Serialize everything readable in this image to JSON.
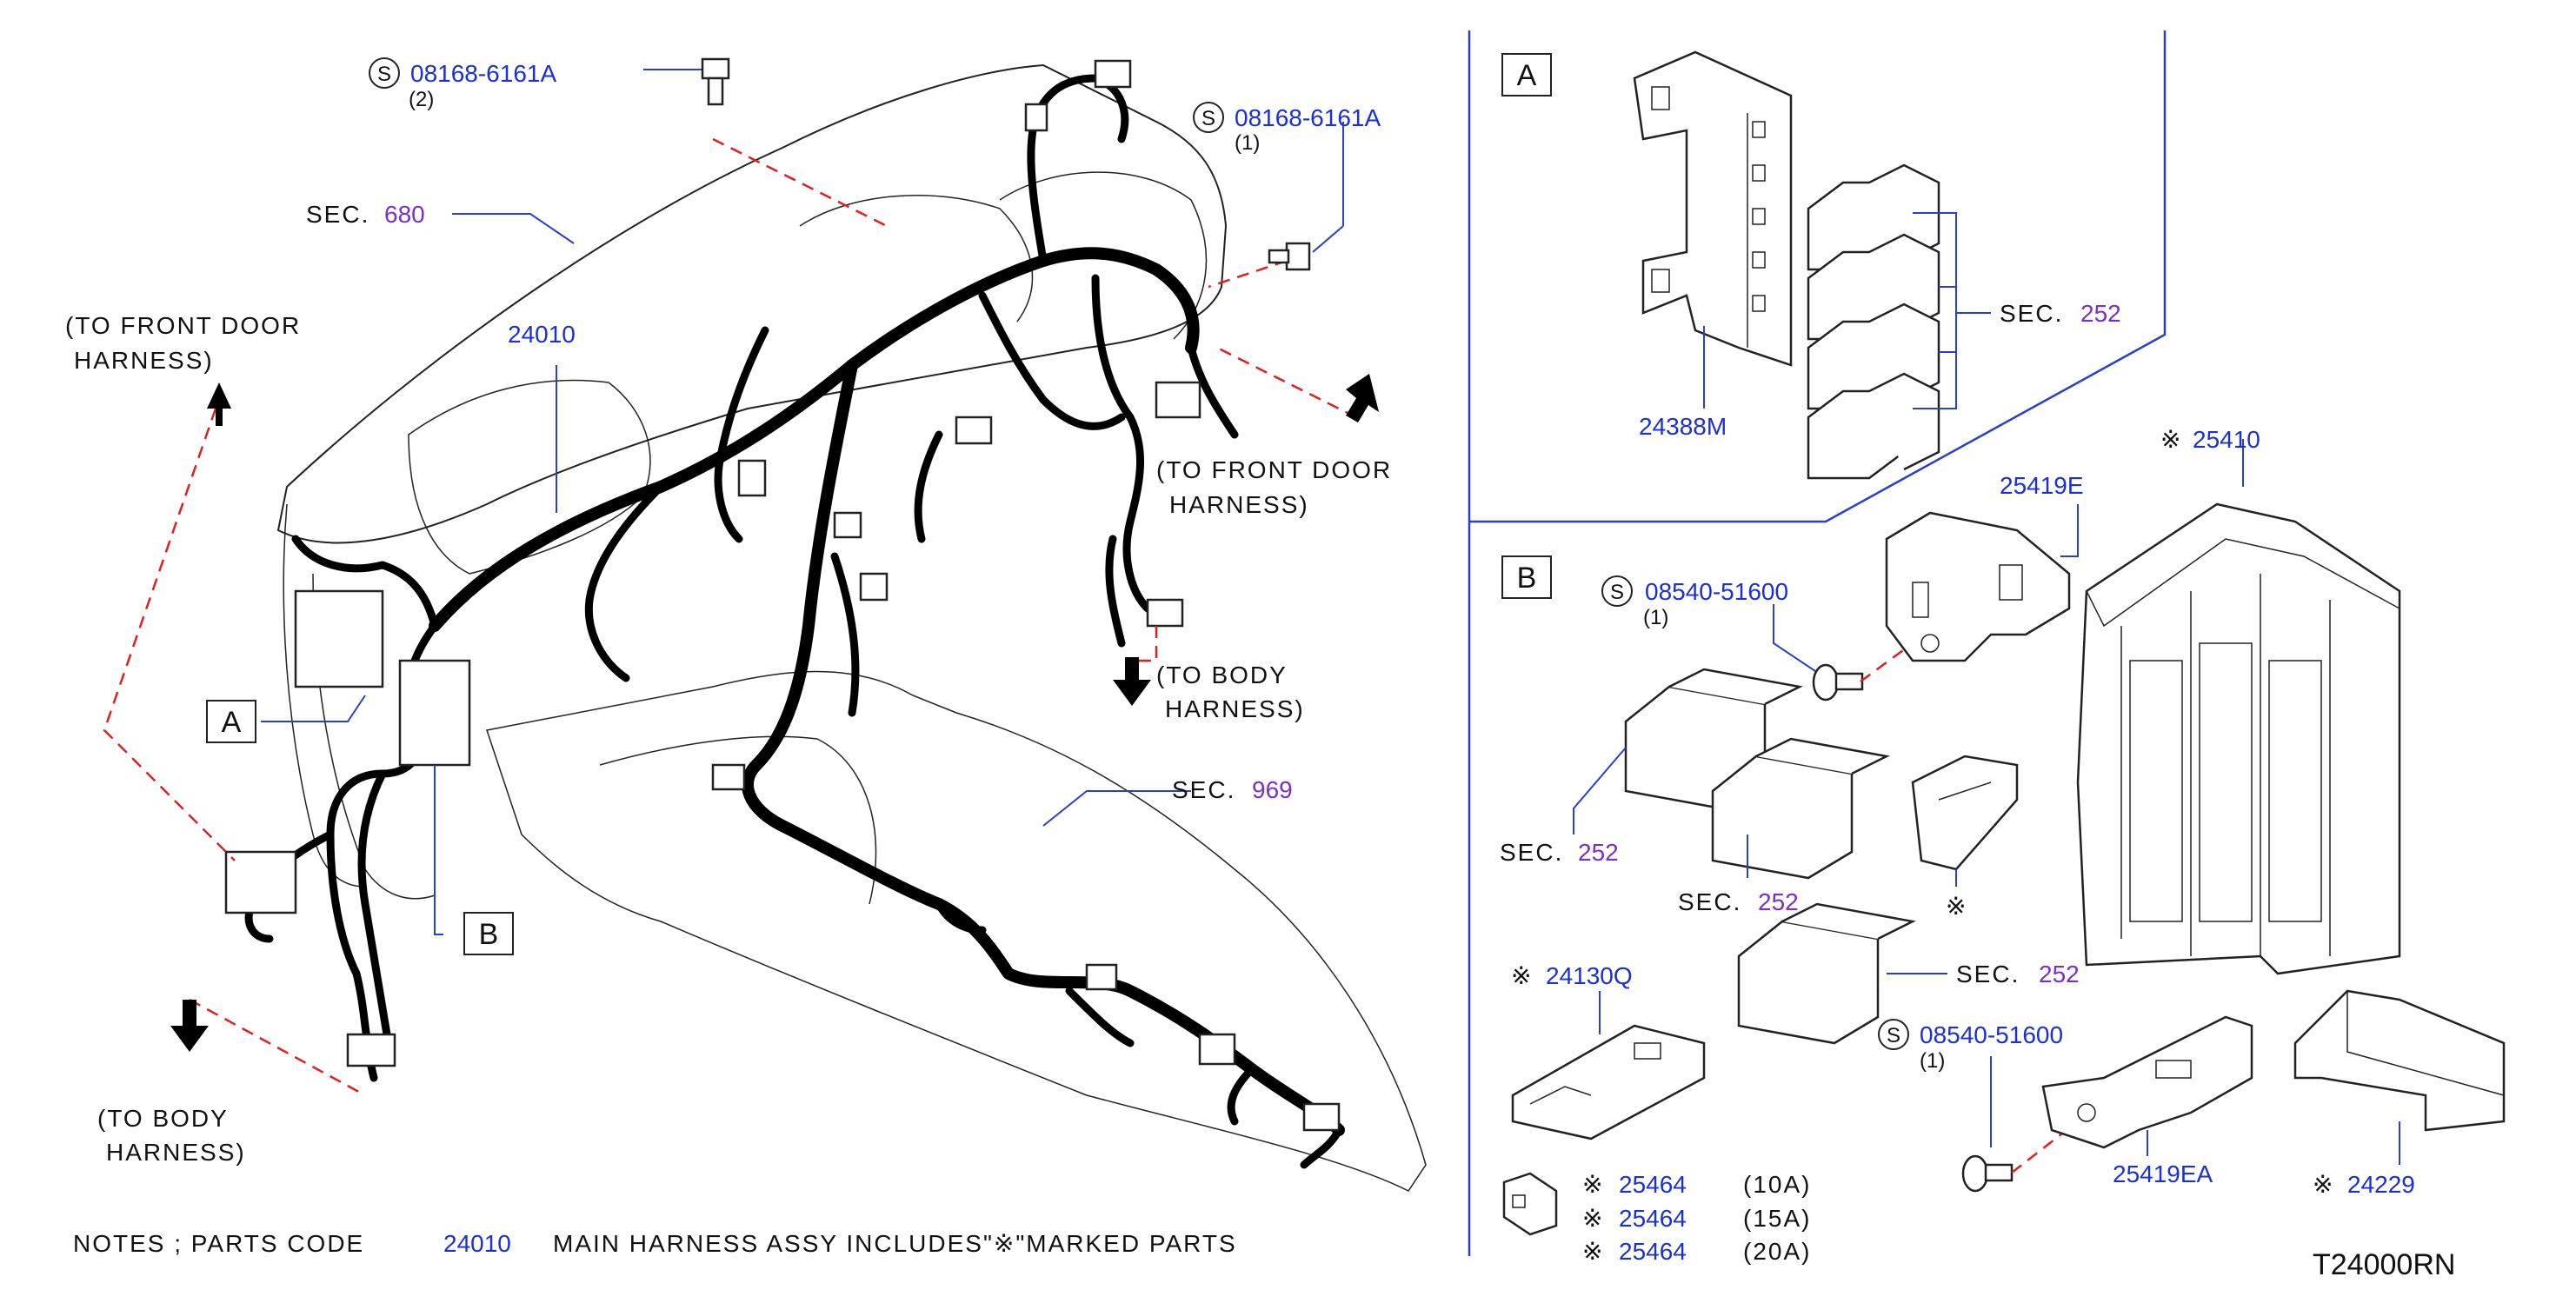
{
  "diagram": {
    "labels": {
      "screw_1": "08168-6161A",
      "screw_1_qty": "(2)",
      "screw_2": "08168-6161A",
      "screw_2_qty": "(1)",
      "sec": "SEC.",
      "sec_680": "680",
      "sec_969": "969",
      "sec_252": "252",
      "main_harness": "24010",
      "to_front_door_left_1": "(TO  FRONT  DOOR",
      "to_front_door_left_2": "HARNESS)",
      "to_front_door_right_1": "(TO  FRONT  DOOR",
      "to_front_door_right_2": "HARNESS)",
      "to_body_right_1": "(TO  BODY",
      "to_body_right_2": "HARNESS)",
      "to_body_left_1": "(TO  BODY",
      "to_body_left_2": "HARNESS)",
      "box_a": "A",
      "box_b": "B",
      "s_symbol": "S"
    },
    "detail_a": {
      "letter": "A",
      "bracket": "24388M",
      "sec": "SEC.",
      "sec_num": "252"
    },
    "detail_b": {
      "letter": "B",
      "screw_1": "08540-51600",
      "screw_1_qty": "(1)",
      "screw_2": "08540-51600",
      "screw_2_qty": "(1)",
      "bracket_1": "25419E",
      "bracket_2": "25419EA",
      "fuse_block": "25410",
      "connector": "24130Q",
      "cover": "24229",
      "sec": "SEC.",
      "sec_num": "252",
      "mark": "※",
      "fuses": [
        {
          "part": "25464",
          "rating": "(10A)"
        },
        {
          "part": "25464",
          "rating": "(15A)"
        },
        {
          "part": "25464",
          "rating": "(20A)"
        }
      ]
    },
    "notes": {
      "prefix": "NOTES  ;  PARTS  CODE",
      "code": "24010",
      "suffix": "MAIN  HARNESS  ASSY  INCLUDES\"※\"MARKED  PARTS"
    },
    "drawing_code": "T24000RN",
    "colors": {
      "part_number": "#1a2fd6",
      "sec_number": "#7a2fc9",
      "leader": "#2a3fcc",
      "dashed_guide": "#e02020",
      "harness": "#000000"
    }
  }
}
